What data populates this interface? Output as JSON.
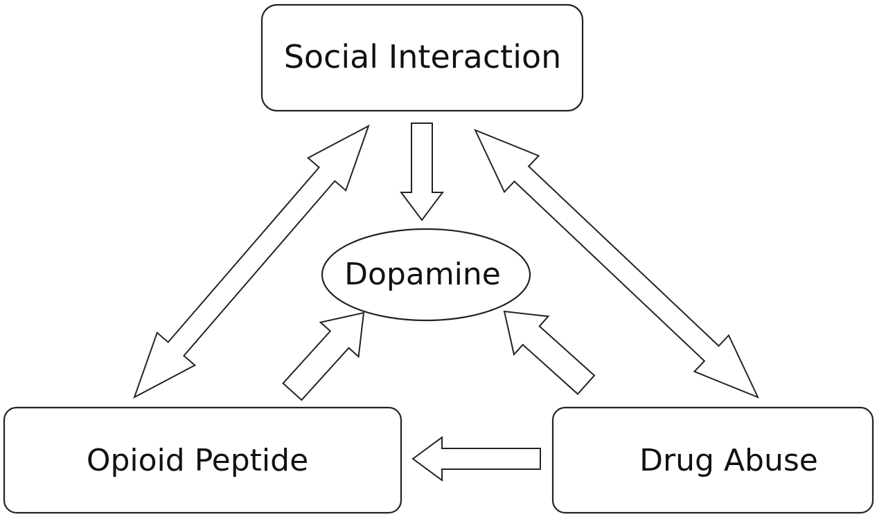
{
  "nodes": {
    "social_interaction": "Social Interaction",
    "dopamine": "Dopamine",
    "opioid_peptide": "Opioid Peptide",
    "drug_abuse": "Drug Abuse"
  },
  "edges": [
    {
      "from": "social_interaction",
      "to": "opioid_peptide",
      "direction": "both"
    },
    {
      "from": "social_interaction",
      "to": "drug_abuse",
      "direction": "both"
    },
    {
      "from": "social_interaction",
      "to": "dopamine",
      "direction": "forward"
    },
    {
      "from": "opioid_peptide",
      "to": "dopamine",
      "direction": "forward"
    },
    {
      "from": "drug_abuse",
      "to": "dopamine",
      "direction": "forward"
    },
    {
      "from": "drug_abuse",
      "to": "opioid_peptide",
      "direction": "forward"
    }
  ]
}
